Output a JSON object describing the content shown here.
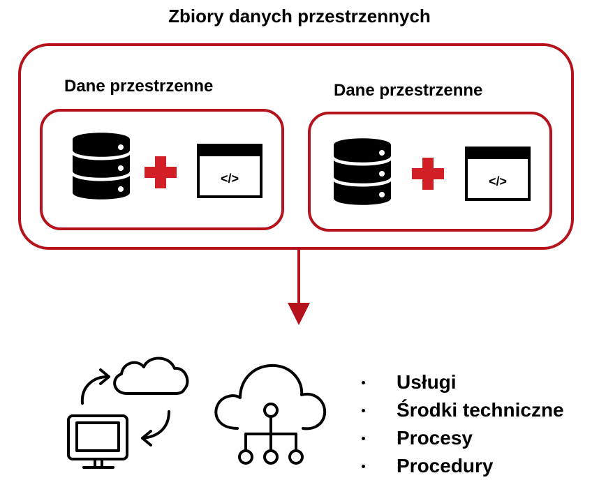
{
  "title": "Zbiory danych przestrzennych",
  "groups": [
    {
      "label": "Dane przestrzenne",
      "code_label": "</>"
    },
    {
      "label": "Dane przestrzenne",
      "code_label": "</>"
    }
  ],
  "bullets": [
    "Usługi",
    "Środki techniczne",
    "Procesy",
    "Procedury"
  ],
  "icons": {
    "database": "database-icon",
    "plus": "plus-icon",
    "code_window": "code-window-icon",
    "computer_cloud_sync": "computer-cloud-sync-icon",
    "cloud_network": "cloud-network-icon",
    "arrow": "arrow-down-icon"
  },
  "colors": {
    "accent": "#b5121b",
    "ink": "#000000"
  }
}
